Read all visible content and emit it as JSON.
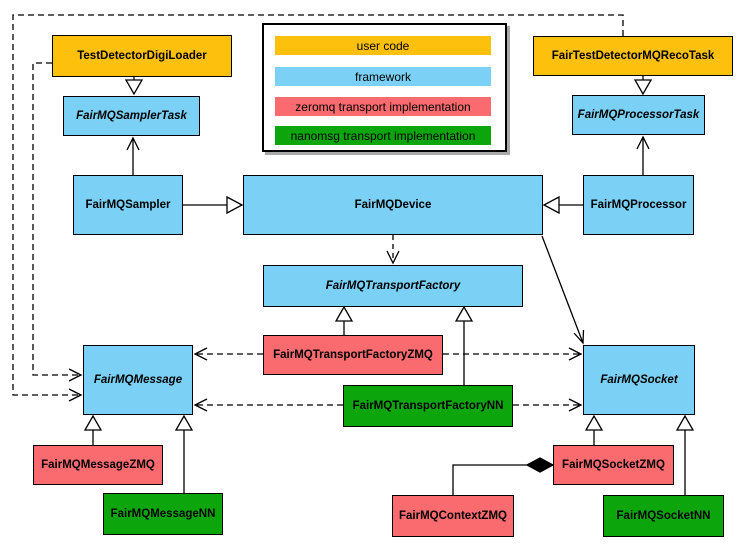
{
  "colors": {
    "user_code": "#FCC00D",
    "framework": "#7AD1F5",
    "zeromq": "#F96B6E",
    "nanomsg": "#0CA60C",
    "outline": "#000000"
  },
  "legend": {
    "items": [
      {
        "label": "user code",
        "color": "#FCC00D"
      },
      {
        "label": "framework",
        "color": "#7AD1F5"
      },
      {
        "label": "zeromq transport implementation",
        "color": "#F96B6E"
      },
      {
        "label": "nanomsg transport implementation",
        "color": "#0CA60C"
      }
    ]
  },
  "nodes": {
    "digi_loader": {
      "label": "TestDetectorDigiLoader",
      "role": "user_code",
      "abstract": false
    },
    "reco_task": {
      "label": "FairTestDetectorMQRecoTask",
      "role": "user_code",
      "abstract": false
    },
    "sampler_task": {
      "label": "FairMQSamplerTask",
      "role": "framework",
      "abstract": true
    },
    "processor_task": {
      "label": "FairMQProcessorTask",
      "role": "framework",
      "abstract": true
    },
    "sampler": {
      "label": "FairMQSampler",
      "role": "framework",
      "abstract": false
    },
    "device": {
      "label": "FairMQDevice",
      "role": "framework",
      "abstract": false
    },
    "processor": {
      "label": "FairMQProcessor",
      "role": "framework",
      "abstract": false
    },
    "transport_factory": {
      "label": "FairMQTransportFactory",
      "role": "framework",
      "abstract": true
    },
    "transport_factory_zmq": {
      "label": "FairMQTransportFactoryZMQ",
      "role": "zeromq",
      "abstract": false
    },
    "transport_factory_nn": {
      "label": "FairMQTransportFactoryNN",
      "role": "nanomsg",
      "abstract": false
    },
    "message": {
      "label": "FairMQMessage",
      "role": "framework",
      "abstract": true
    },
    "socket": {
      "label": "FairMQSocket",
      "role": "framework",
      "abstract": true
    },
    "message_zmq": {
      "label": "FairMQMessageZMQ",
      "role": "zeromq",
      "abstract": false
    },
    "message_nn": {
      "label": "FairMQMessageNN",
      "role": "nanomsg",
      "abstract": false
    },
    "socket_zmq": {
      "label": "FairMQSocketZMQ",
      "role": "zeromq",
      "abstract": false
    },
    "socket_nn": {
      "label": "FairMQSocketNN",
      "role": "nanomsg",
      "abstract": false
    },
    "context_zmq": {
      "label": "FairMQContextZMQ",
      "role": "zeromq",
      "abstract": false
    }
  },
  "edges": [
    {
      "from": "TestDetectorDigiLoader",
      "to": "FairMQSamplerTask",
      "type": "inheritance",
      "line": "solid"
    },
    {
      "from": "FairTestDetectorMQRecoTask",
      "to": "FairMQProcessorTask",
      "type": "inheritance",
      "line": "solid"
    },
    {
      "from": "FairMQSampler",
      "to": "FairMQDevice",
      "type": "inheritance",
      "line": "solid"
    },
    {
      "from": "FairMQProcessor",
      "to": "FairMQDevice",
      "type": "inheritance",
      "line": "solid"
    },
    {
      "from": "FairMQSampler",
      "to": "FairMQSamplerTask",
      "type": "association",
      "line": "solid"
    },
    {
      "from": "FairMQProcessor",
      "to": "FairMQProcessorTask",
      "type": "association",
      "line": "solid"
    },
    {
      "from": "FairMQDevice",
      "to": "FairMQTransportFactory",
      "type": "dependency",
      "line": "dashed"
    },
    {
      "from": "FairMQDevice",
      "to": "FairMQSocket",
      "type": "association",
      "line": "solid"
    },
    {
      "from": "FairMQTransportFactoryZMQ",
      "to": "FairMQTransportFactory",
      "type": "inheritance",
      "line": "solid"
    },
    {
      "from": "FairMQTransportFactoryNN",
      "to": "FairMQTransportFactory",
      "type": "inheritance",
      "line": "solid"
    },
    {
      "from": "FairMQTransportFactoryZMQ",
      "to": "FairMQMessage",
      "type": "dependency",
      "line": "dashed"
    },
    {
      "from": "FairMQTransportFactoryZMQ",
      "to": "FairMQSocket",
      "type": "dependency",
      "line": "dashed"
    },
    {
      "from": "FairMQTransportFactoryNN",
      "to": "FairMQMessage",
      "type": "dependency",
      "line": "dashed"
    },
    {
      "from": "FairMQTransportFactoryNN",
      "to": "FairMQSocket",
      "type": "dependency",
      "line": "dashed"
    },
    {
      "from": "TestDetectorDigiLoader",
      "to": "FairMQMessage",
      "type": "dependency",
      "line": "dashed"
    },
    {
      "from": "FairTestDetectorMQRecoTask",
      "to": "FairMQMessage",
      "type": "dependency",
      "line": "dashed"
    },
    {
      "from": "FairMQMessageZMQ",
      "to": "FairMQMessage",
      "type": "inheritance",
      "line": "solid"
    },
    {
      "from": "FairMQMessageNN",
      "to": "FairMQMessage",
      "type": "inheritance",
      "line": "solid"
    },
    {
      "from": "FairMQSocketZMQ",
      "to": "FairMQSocket",
      "type": "inheritance",
      "line": "solid"
    },
    {
      "from": "FairMQSocketNN",
      "to": "FairMQSocket",
      "type": "inheritance",
      "line": "solid"
    },
    {
      "from": "FairMQSocketZMQ",
      "to": "FairMQContextZMQ",
      "type": "composition",
      "line": "solid"
    }
  ]
}
